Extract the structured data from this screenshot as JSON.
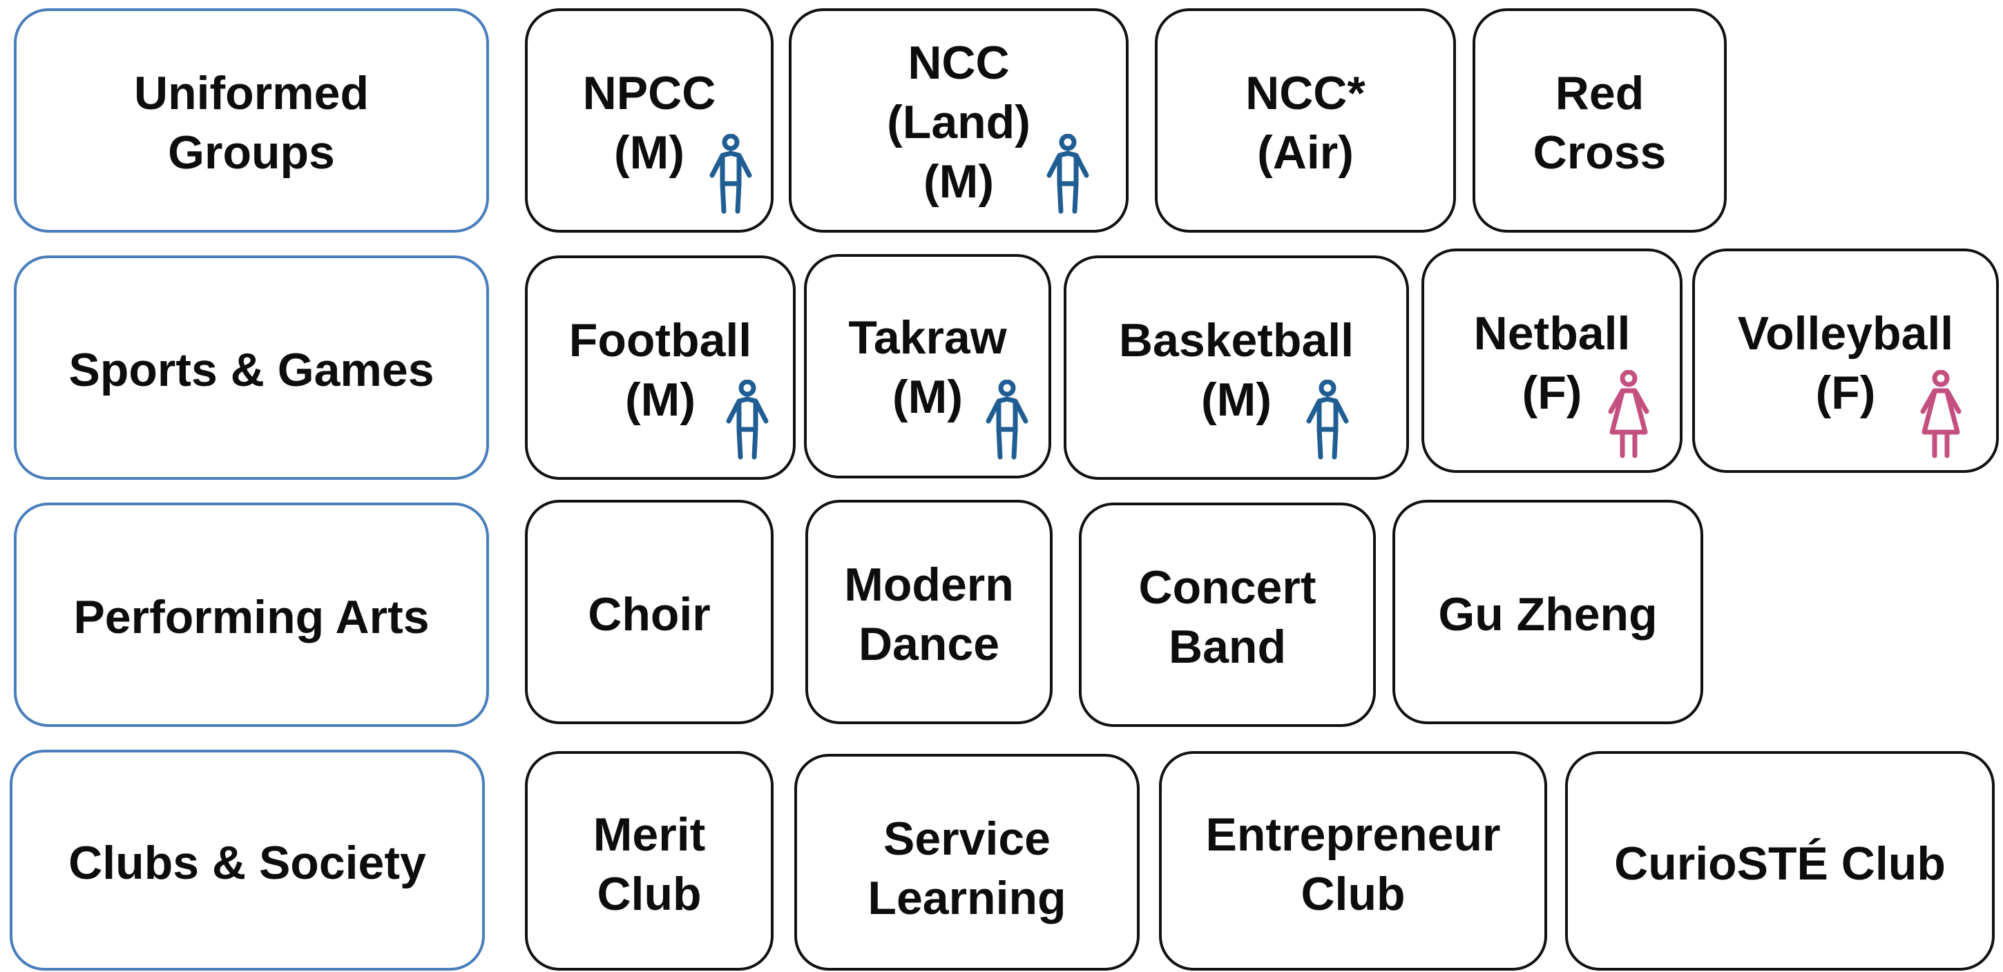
{
  "colors": {
    "category_border": "#4a7ebb",
    "activity_border": "#111111",
    "male_icon": "#1f5d93",
    "female_icon": "#c4507f"
  },
  "icons": {
    "male": "male-figure-icon",
    "female": "female-figure-icon"
  },
  "rows": [
    {
      "category": "Uniformed\nGroups",
      "activities": [
        {
          "label": "NPCC\n(M)",
          "gender": "male"
        },
        {
          "label": "NCC\n(Land)\n(M)",
          "gender": "male"
        },
        {
          "label": "NCC*\n(Air)"
        },
        {
          "label": "Red\nCross"
        }
      ]
    },
    {
      "category": "Sports & Games",
      "activities": [
        {
          "label": "Football\n(M)",
          "gender": "male"
        },
        {
          "label": "Takraw\n(M)",
          "gender": "male"
        },
        {
          "label": "Basketball\n(M)",
          "gender": "male"
        },
        {
          "label": "Netball\n(F)",
          "gender": "female"
        },
        {
          "label": "Volleyball\n(F)",
          "gender": "female"
        }
      ]
    },
    {
      "category": "Performing Arts",
      "activities": [
        {
          "label": "Choir"
        },
        {
          "label": "Modern\nDance"
        },
        {
          "label": "Concert\nBand"
        },
        {
          "label": "Gu Zheng"
        }
      ]
    },
    {
      "category": "Clubs & Society",
      "activities": [
        {
          "label": "Merit\nClub"
        },
        {
          "label": "Service\nLearning"
        },
        {
          "label": "Entrepreneur\nClub"
        },
        {
          "label": "CurioSTÉ Club"
        }
      ]
    }
  ]
}
